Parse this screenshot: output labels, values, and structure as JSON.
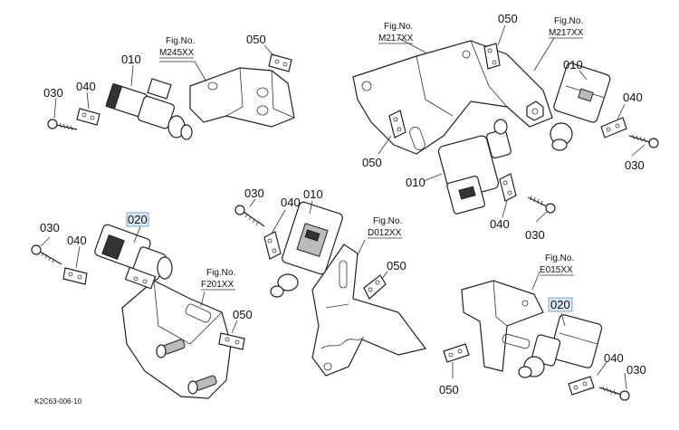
{
  "diagram_code": "K2C63-006-10",
  "fig_prefix": "Fig.No.",
  "figures": {
    "m245": "M245XX",
    "m217_left": "M217XX",
    "m217_right": "M217XX",
    "d012": "D012XX",
    "f201": "F201XX",
    "e015": "E015XX"
  },
  "parts": {
    "p010": "010",
    "p020": "020",
    "p030": "030",
    "p040": "040",
    "p050": "050"
  },
  "highlight_color": "#dbe9f7"
}
